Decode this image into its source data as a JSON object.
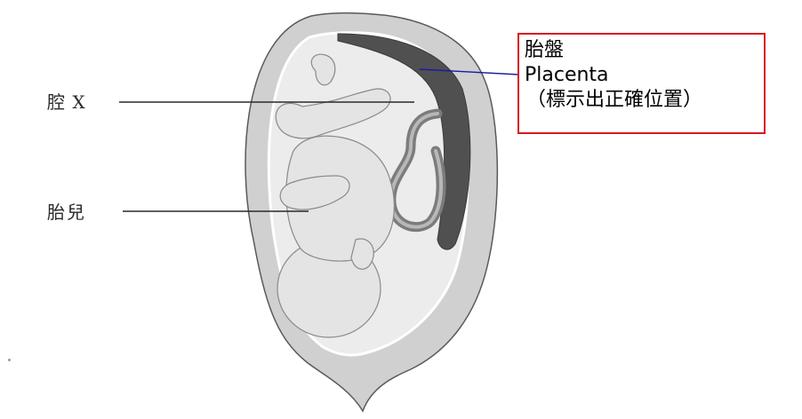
{
  "labels": {
    "cavity": "腔 X",
    "fetus": "胎兒"
  },
  "callout": {
    "title_zh": "胎盤",
    "title_en": "Placenta",
    "note": "（標示出正確位置）",
    "border_color": "#d71920",
    "leader_color": "#1a1aa8"
  },
  "colors": {
    "placenta": "#505050",
    "cord": "#8a8a8a",
    "wall": "#cfcfcf",
    "outline": "#555555"
  }
}
